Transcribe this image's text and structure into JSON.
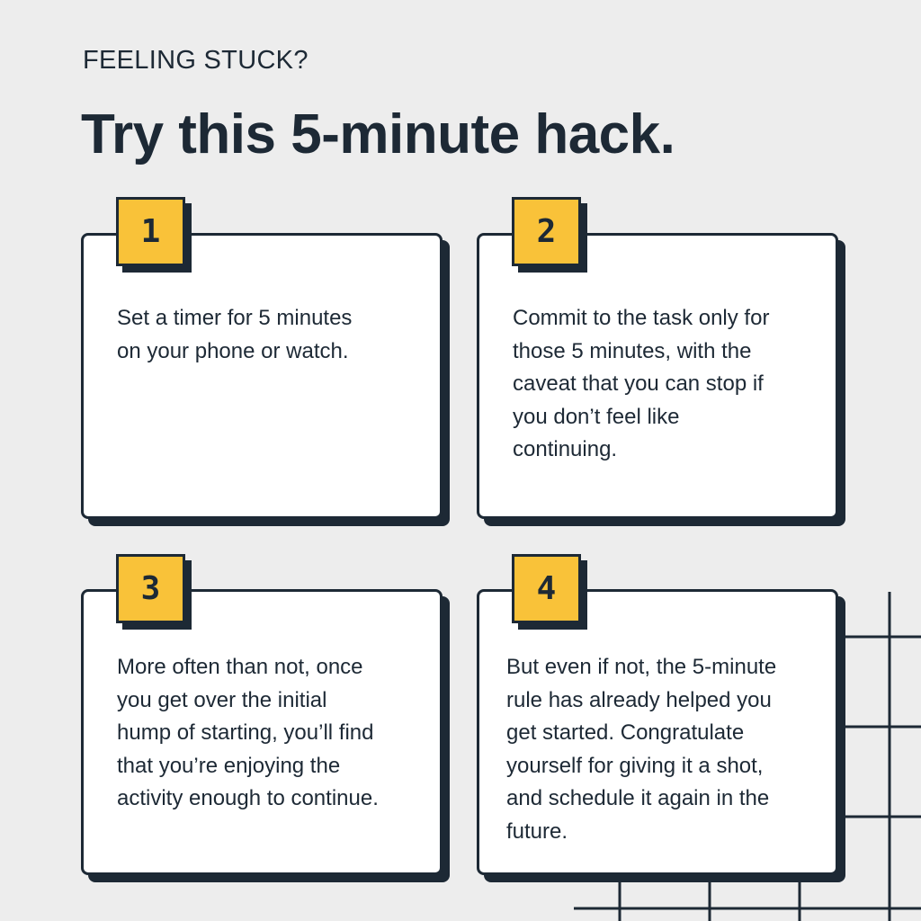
{
  "header": {
    "kicker": "FEELING STUCK?",
    "title": "Try this 5-minute hack."
  },
  "steps": [
    {
      "number": "1",
      "text": "Set a timer for 5 minutes\non your phone or watch."
    },
    {
      "number": "2",
      "text": "Commit to the task only for\nthose 5 minutes, with the\ncaveat that you can stop if\nyou don’t feel like\ncontinuing."
    },
    {
      "number": "3",
      "text": "More often than not, once\nyou get over the initial\nhump of starting, you’ll find\nthat you’re enjoying the\nactivity enough to continue."
    },
    {
      "number": "4",
      "text": "But even if not, the 5-minute\nrule has already helped you\nget started. Congratulate\nyourself for giving it a shot,\nand schedule it again in the\nfuture."
    }
  ],
  "colors": {
    "background": "#ededed",
    "ink": "#1d2935",
    "badge": "#f9c239",
    "card": "#ffffff"
  }
}
